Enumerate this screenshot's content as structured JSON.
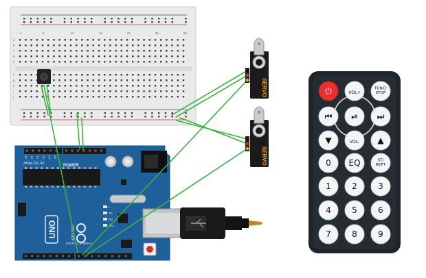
{
  "arduino": {
    "brand": "ARDUINO",
    "model": "UNO",
    "power_header_label": "POWER",
    "analog_header_label": "ANALOG IN",
    "digital_header_label": "DIGITAL (PWM~)",
    "analog_pins": [
      "A0",
      "A1",
      "A2",
      "A3",
      "A4",
      "A5"
    ],
    "power_pins": [
      "IOREF",
      "RESET",
      "3.3V",
      "5V",
      "GND",
      "GND",
      "Vin"
    ],
    "digital_pins_hi": [
      "AREF",
      "GND",
      "13",
      "12",
      "~11",
      "~10",
      "~9",
      "8"
    ],
    "digital_pins_lo": [
      "7",
      "~6",
      "~5",
      "4",
      "~3",
      "2",
      "TX 1",
      "RX 0"
    ],
    "leds": [
      "L",
      "TX",
      "RX",
      "ON"
    ]
  },
  "servos": [
    {
      "label": "SERVO"
    },
    {
      "label": "SERVO"
    }
  ],
  "breadboard": {
    "column_numbers": [
      "1",
      "5",
      "10",
      "15",
      "20",
      "25",
      "30"
    ],
    "row_letters_top": [
      "a",
      "b",
      "c",
      "d",
      "e"
    ],
    "row_letters_bottom": [
      "f",
      "g",
      "h",
      "i",
      "j"
    ]
  },
  "remote": {
    "buttons": [
      {
        "label": "⏻",
        "kind": "power"
      },
      {
        "label": "VOL+",
        "kind": "circle"
      },
      {
        "label": "FUNC/STOP",
        "kind": "circle"
      },
      {
        "label": "⏮",
        "kind": "circle"
      },
      {
        "label": "⏯",
        "kind": "circle"
      },
      {
        "label": "⏭",
        "kind": "circle"
      },
      {
        "label": "▼",
        "kind": "circle"
      },
      {
        "label": "VOL-",
        "kind": "circle"
      },
      {
        "label": "▲",
        "kind": "circle"
      },
      {
        "label": "0",
        "kind": "num"
      },
      {
        "label": "EQ",
        "kind": "num"
      },
      {
        "label": "ST/REPT",
        "kind": "num"
      },
      {
        "label": "1",
        "kind": "num"
      },
      {
        "label": "2",
        "kind": "num"
      },
      {
        "label": "3",
        "kind": "num"
      },
      {
        "label": "4",
        "kind": "num"
      },
      {
        "label": "5",
        "kind": "num"
      },
      {
        "label": "6",
        "kind": "num"
      },
      {
        "label": "7",
        "kind": "num"
      },
      {
        "label": "8",
        "kind": "num"
      },
      {
        "label": "9",
        "kind": "num"
      }
    ]
  },
  "colors": {
    "board": "#1f5f9a",
    "wire": "#3cb043",
    "remote_body": "#1e2429",
    "power_button": "#e8312c",
    "breadboard": "#e9eaea",
    "servo_body": "#1b1b1b",
    "servo_label": "#f4a51c"
  }
}
